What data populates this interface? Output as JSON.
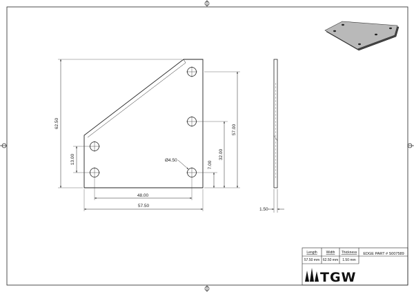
{
  "dimensions": {
    "overall_height": "62.50",
    "hole_spacing_left": "13.00",
    "hole_diameter": "Ø4.50",
    "hole_offset_bottom": "7.00",
    "mid_hole_height": "32.00",
    "top_hole_height": "57.00",
    "hole_spacing_horizontal": "48.00",
    "overall_width": "57.50",
    "thickness": "1.50"
  },
  "title_block": {
    "length_label": "Length",
    "width_label": "Width",
    "thickness_label": "Thickness",
    "length_value": "57.50 mm",
    "width_value": "62.50 mm",
    "thickness_value": "1.50 mm",
    "part_name": "EDGE PART # S007589",
    "logo_text": "TGW"
  }
}
